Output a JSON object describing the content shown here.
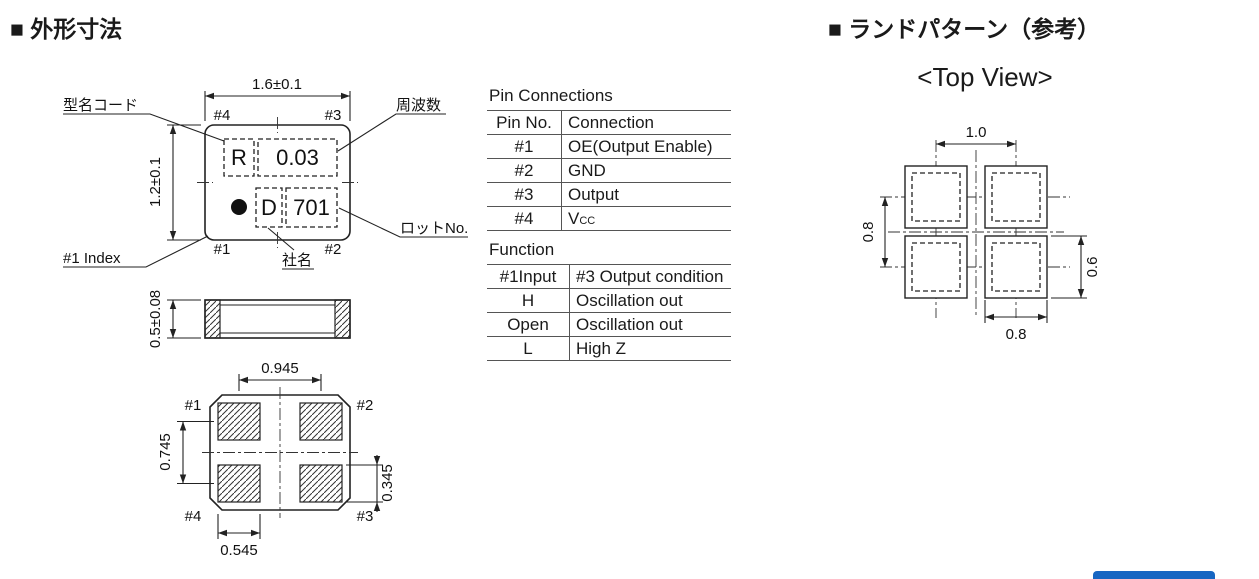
{
  "page": {
    "bg": "#ffffff",
    "ink": "#1a1a1a",
    "accent_color": "#1766c2"
  },
  "outline_section": {
    "title": "■ 外形寸法",
    "top_view": {
      "dim_width": "1.6±0.1",
      "dim_height": "1.2±0.1",
      "pin_top_left": "#4",
      "pin_top_right": "#3",
      "pin_bottom_left": "#1",
      "pin_bottom_right": "#2",
      "marking_model_code": "R",
      "marking_frequency": "0.03",
      "marking_company": "D",
      "marking_lot": "701",
      "callout_model_code": "型名コード",
      "callout_frequency": "周波数",
      "callout_lot": "ロットNo.",
      "callout_company": "社名",
      "callout_index": "#1 Index"
    },
    "side_view": {
      "dim_thickness": "0.5±0.08"
    },
    "bottom_view": {
      "dim_pad_pitch_x": "0.945",
      "dim_pad_pitch_y": "0.745",
      "dim_pad_height": "0.345",
      "dim_pad_width": "0.545",
      "pin_top_left": "#1",
      "pin_top_right": "#2",
      "pin_bottom_left": "#4",
      "pin_bottom_right": "#3"
    }
  },
  "pin_connections": {
    "title": "Pin Connections",
    "col_pin": "Pin No.",
    "col_connection": "Connection",
    "rows": [
      {
        "pin": "#1",
        "connection": "OE(Output Enable)"
      },
      {
        "pin": "#2",
        "connection": "GND"
      },
      {
        "pin": "#3",
        "connection": "Output"
      },
      {
        "pin": "#4",
        "connection_main": "V",
        "connection_sub": "CC"
      }
    ]
  },
  "function_table": {
    "title": "Function",
    "col_input": "#1Input",
    "col_output": "#3 Output condition",
    "rows": [
      {
        "input": "H",
        "output": "Oscillation out"
      },
      {
        "input": "Open",
        "output": "Oscillation out"
      },
      {
        "input": "L",
        "output": "High Z"
      }
    ]
  },
  "land_pattern_section": {
    "title": "■ ランドパターン（参考）",
    "subtitle": "<Top View>",
    "dim_pitch_x": "1.0",
    "dim_pitch_y": "0.8",
    "dim_pad_height": "0.6",
    "dim_pad_width": "0.8"
  }
}
